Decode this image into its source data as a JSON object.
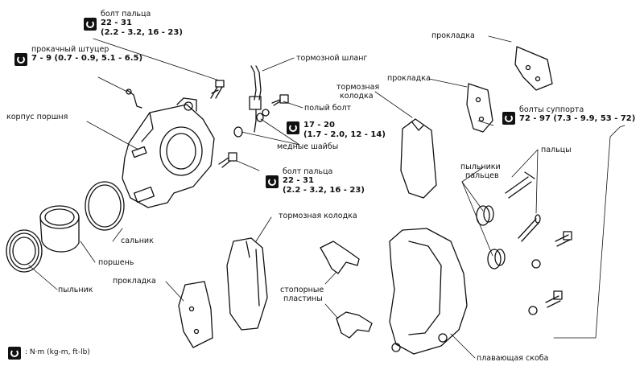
{
  "labels": {
    "bolt_top": "болт пальца",
    "bolt_top_val1": "22 - 31",
    "bolt_top_val2": "(2.2 - 3.2, 16 - 23)",
    "bleeder": "прокачный штуцер",
    "bleeder_val": "7 - 9 (0.7 - 0.9, 5.1 - 6.5)",
    "hose": "тормозной шланг",
    "hollow_bolt": "полый болт",
    "hollow_val1": "17 - 20",
    "hollow_val2": "(1.7 - 2.0, 12 - 14)",
    "copper": "медные шайбы",
    "housing": "корпус поршня",
    "bolt_mid": "болт пальца",
    "bolt_mid_val1": "22 - 31",
    "bolt_mid_val2": "(2.2 - 3.2, 16 - 23)",
    "shim_top": "прокладка",
    "shim_mid": "прокладка",
    "pad_top_1": "тормозная",
    "pad_top_2": "колодка",
    "caliper_bolts": "болты суппорта",
    "caliper_val": "72 - 97 (7.3 - 9.9, 53 - 72)",
    "pins": "пальцы",
    "boots_1": "пыльники",
    "boots_2": "пальцев",
    "pad_mid": "тормозная колодка",
    "seal": "сальник",
    "piston": "поршень",
    "dust": "пыльник",
    "shim_low": "прокладка",
    "retainer_1": "стопорные",
    "retainer_2": "пластины",
    "bracket": "плавающая скоба",
    "legend": ": N·m (kg-m, ft-lb)"
  },
  "icons": [
    "torque-wrench-icon"
  ]
}
